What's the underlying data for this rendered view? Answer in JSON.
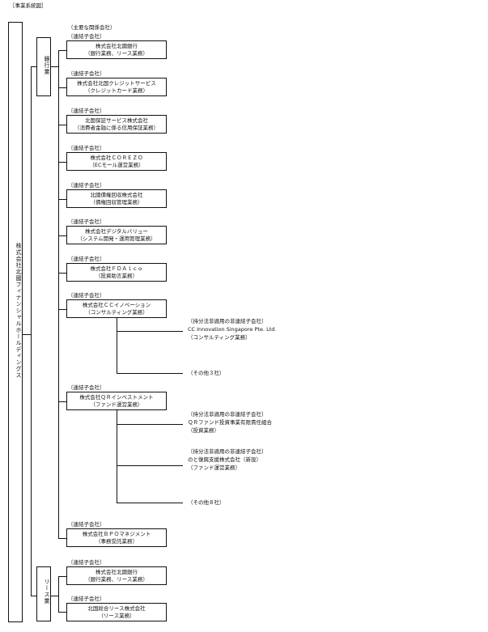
{
  "title": "［事業系統図］",
  "key_group_label": "（主要な関係会社）",
  "holding": {
    "name": "株式会社北國フィナンシャルホールディングス"
  },
  "segments": [
    {
      "label": "銀行業"
    },
    {
      "label": "リース業"
    }
  ],
  "companies": [
    {
      "tag": "〔連結子会社〕",
      "name": "株式会社北國銀行",
      "business": "（銀行業務、リース業務）"
    },
    {
      "tag": "〔連結子会社〕",
      "name": "株式会社北国クレジットサービス",
      "business": "（クレジットカード業務）"
    },
    {
      "tag": "〔連結子会社〕",
      "name": "北国保証サービス株式会社",
      "business": "（消費者金融に係る信用保証業務）"
    },
    {
      "tag": "〔連結子会社〕",
      "name": "株式会社ＣＯＲＥＺＯ",
      "business": "（ECモール運営業務）"
    },
    {
      "tag": "〔連結子会社〕",
      "name": "北國債権回収株式会社",
      "business": "（債権回収管理業務）"
    },
    {
      "tag": "〔連結子会社〕",
      "name": "株式会社デジタルバリュー",
      "business": "（システム開発・運用管理業務）"
    },
    {
      "tag": "〔連結子会社〕",
      "name": "株式会社ＦＤＡｌｃｏ",
      "business": "（投資助言業務）"
    },
    {
      "tag": "〔連結子会社〕",
      "name": "株式会社ＣＣイノベーション",
      "business": "（コンサルティング業務）"
    },
    {
      "tag": "〔連結子会社〕",
      "name": "株式会社ＱＲインベストメント",
      "business": "（ファンド運営業務）"
    },
    {
      "tag": "〔連結子会社〕",
      "name": "株式会社ＢＰＯマネジメント",
      "business": "（事務受託業務）"
    },
    {
      "tag": "〔連結子会社〕",
      "name": "株式会社北國銀行",
      "business": "（銀行業務、リース業務）"
    },
    {
      "tag": "〔連結子会社〕",
      "name": "北国総合リース株式会社",
      "business": "（リース業務）"
    }
  ],
  "cc_subs": [
    {
      "line1": "〔持分法非適用の非連結子会社〕",
      "line2": "CC Innovation Singapore Pte. Ltd.",
      "line3": "（コンサルティング業務）"
    },
    {
      "line1": "（その他３社）"
    }
  ],
  "qr_subs": [
    {
      "line1": "〔持分法非適用の非連結子会社〕",
      "line2": "ＱＲファンド投資事業有限責任組合",
      "line3": "（投資業務）"
    },
    {
      "line1": "〔持分法非適用の非連結子会社〕",
      "line2": "のと復興支援株式会社（新設）",
      "line3": "（ファンド運営業務）"
    },
    {
      "line1": "（その他８社）"
    }
  ]
}
